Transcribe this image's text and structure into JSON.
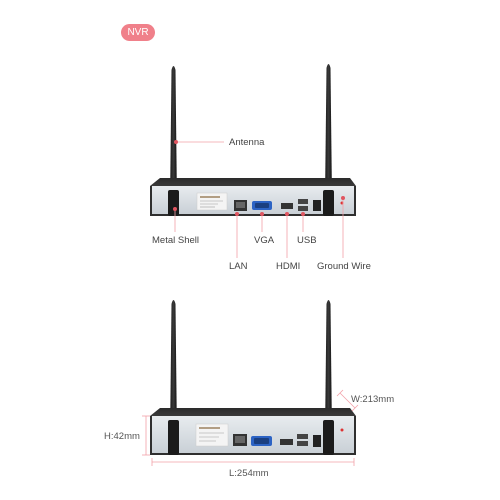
{
  "badge": "NVR",
  "labels": {
    "antenna": "Antenna",
    "metal_shell": "Metal Shell",
    "vga": "VGA",
    "usb": "USB",
    "lan": "LAN",
    "hdmi": "HDMI",
    "ground_wire": "Ground Wire"
  },
  "dimensions": {
    "height": "H:42mm",
    "width": "W:213mm",
    "length": "L:254mm"
  },
  "colors": {
    "badge": "#f0808a",
    "callout_dot": "#e05560",
    "callout_line": "#f2a0a8",
    "dimension_line": "#f2a0a8"
  }
}
